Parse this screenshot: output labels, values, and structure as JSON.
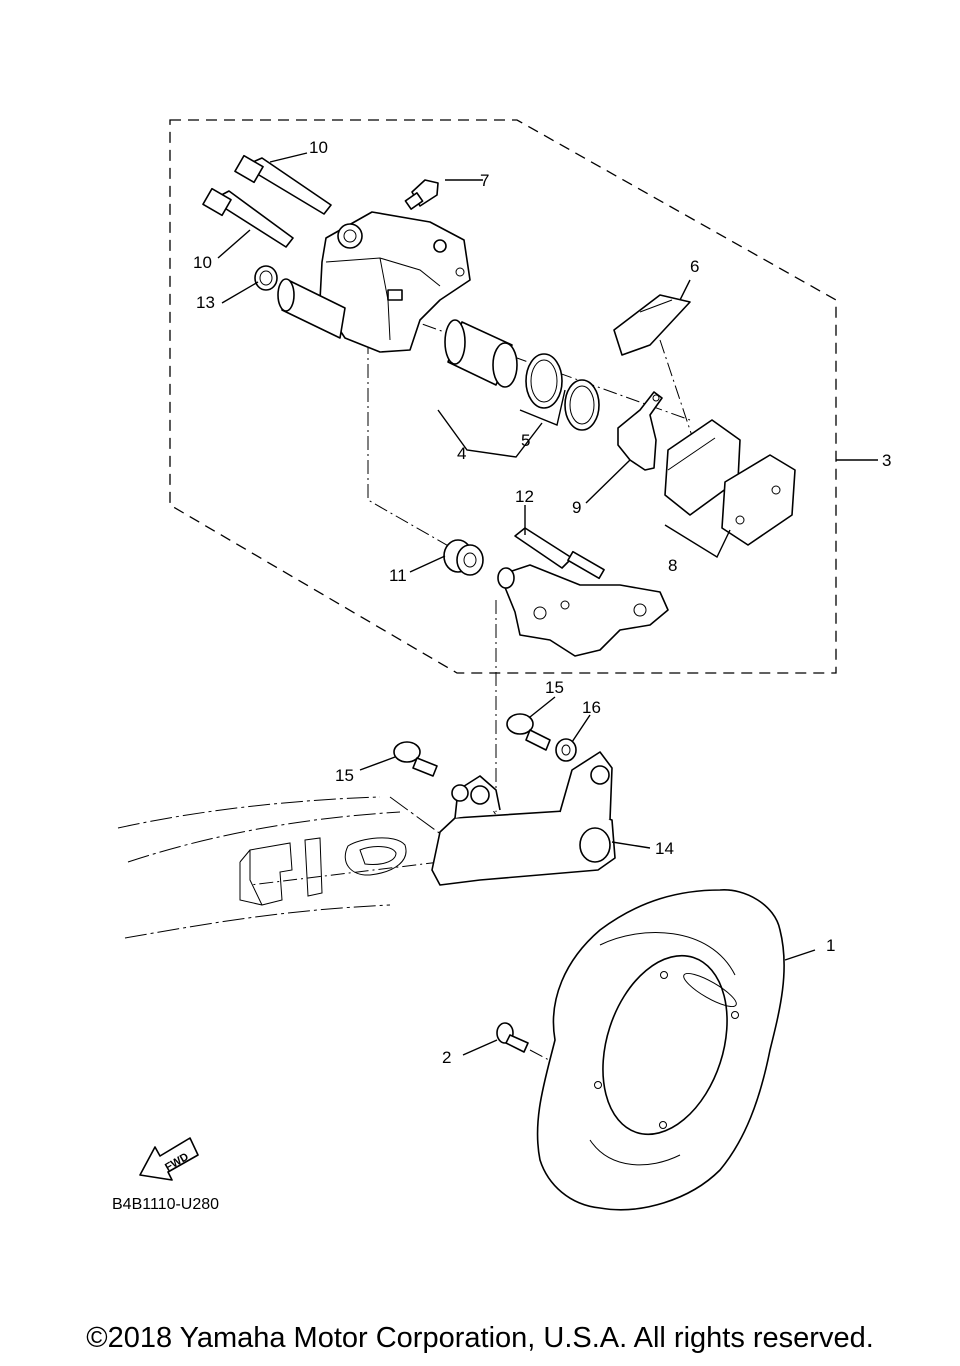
{
  "diagram": {
    "callouts": [
      "1",
      "2",
      "3",
      "4",
      "5",
      "6",
      "7",
      "8",
      "9",
      "10",
      "10",
      "11",
      "12",
      "13",
      "14",
      "15",
      "15",
      "16"
    ],
    "fwd_label": "FWD",
    "code": "B4B1110-U280"
  },
  "footer": {
    "copyright": "©2018 Yamaha Motor Corporation, U.S.A. All rights reserved."
  }
}
